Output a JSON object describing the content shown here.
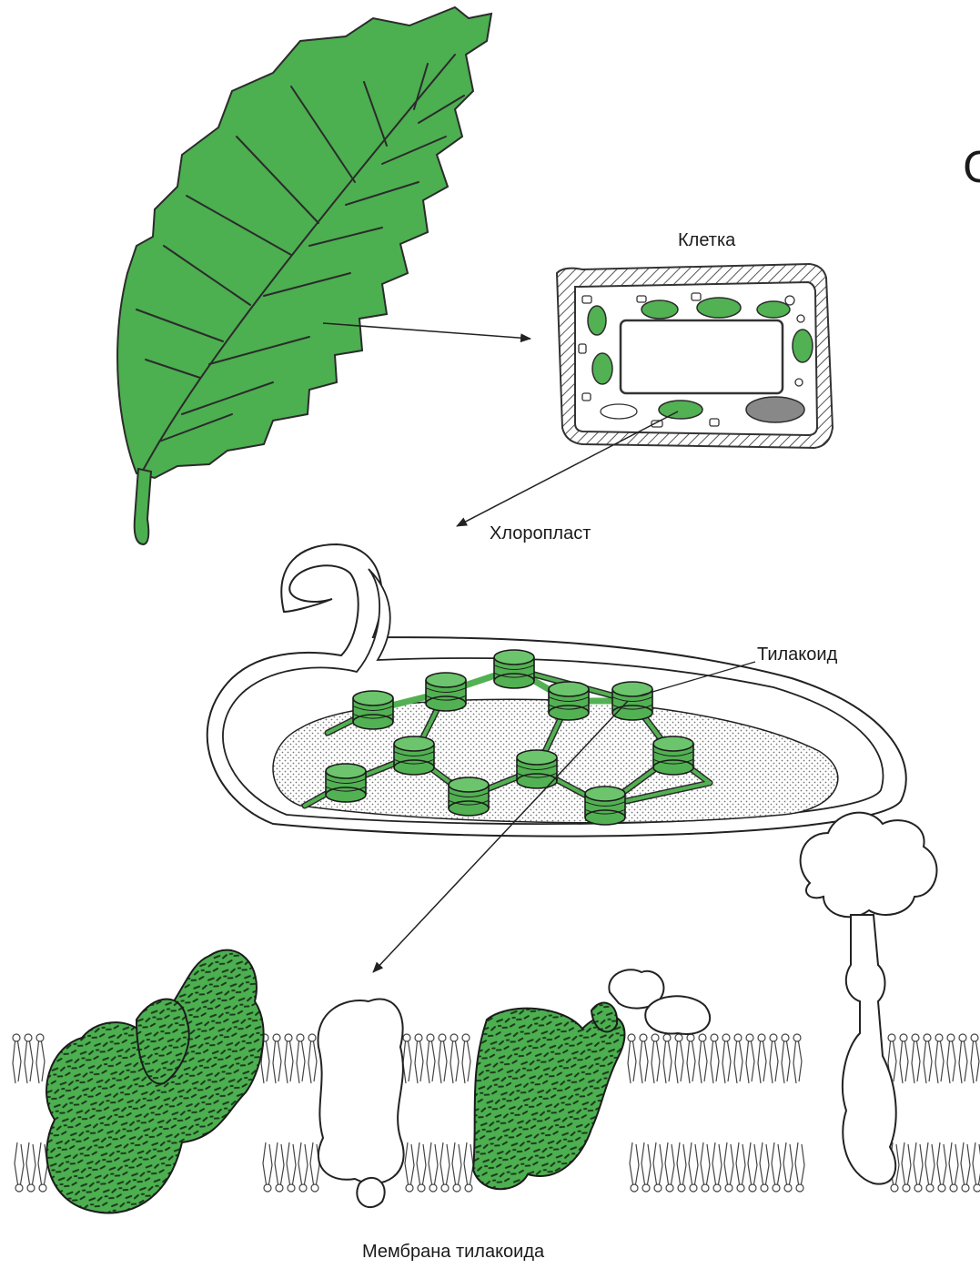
{
  "labels": {
    "cell": "Клетка",
    "chloroplast": "Хлоропласт",
    "thylakoid": "Тилакоид",
    "membrane": "Мембрана тилакоида",
    "edge_glyph": "С"
  },
  "colors": {
    "leaf_green": "#4caf50",
    "organelle_green": "#52b152",
    "dark_speckle": "#1f3a1f",
    "stroke": "#333333"
  }
}
